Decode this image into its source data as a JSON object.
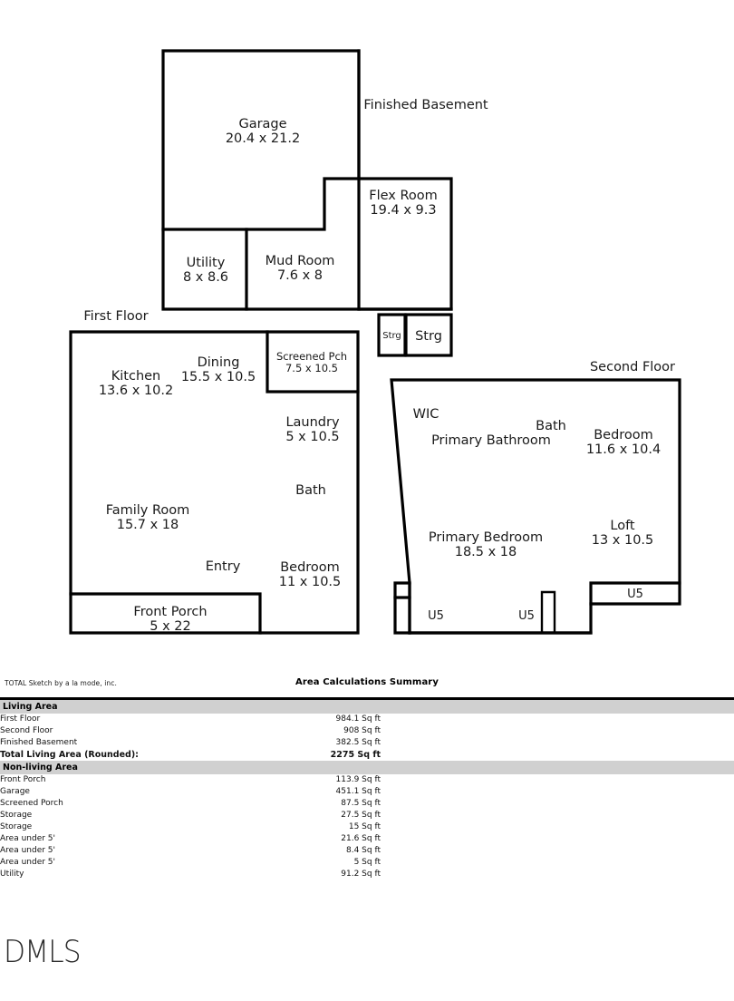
{
  "document": {
    "type": "residential-floor-plan-sketch"
  },
  "floors": [
    {
      "id": "basement",
      "title": "Finished Basement",
      "rooms": [
        {
          "name": "Garage",
          "dimensions": "20.4 x 21.2"
        },
        {
          "name": "Flex Room",
          "dimensions": "19.4 x 9.3"
        },
        {
          "name": "Utility",
          "dimensions": "8 x 8.6"
        },
        {
          "name": "Mud Room",
          "dimensions": "7.6 x 8"
        },
        {
          "name": "Strg",
          "dimensions": ""
        },
        {
          "name": "Strg",
          "dimensions": ""
        }
      ]
    },
    {
      "id": "first-floor",
      "title": "First Floor",
      "rooms": [
        {
          "name": "Kitchen",
          "dimensions": "13.6 x 10.2"
        },
        {
          "name": "Dining",
          "dimensions": "15.5 x 10.5"
        },
        {
          "name": "Screened Pch",
          "dimensions": "7.5 x 10.5"
        },
        {
          "name": "Laundry",
          "dimensions": "5 x 10.5"
        },
        {
          "name": "Bath",
          "dimensions": ""
        },
        {
          "name": "Family Room",
          "dimensions": "15.7 x 18"
        },
        {
          "name": "Entry",
          "dimensions": ""
        },
        {
          "name": "Bedroom",
          "dimensions": "11 x 10.5"
        },
        {
          "name": "Front Porch",
          "dimensions": "5 x 22"
        }
      ]
    },
    {
      "id": "second-floor",
      "title": "Second Floor",
      "rooms": [
        {
          "name": "WIC",
          "dimensions": ""
        },
        {
          "name": "Primary Bathroom",
          "dimensions": ""
        },
        {
          "name": "Bath",
          "dimensions": ""
        },
        {
          "name": "Bedroom",
          "dimensions": "11.6 x 10.4"
        },
        {
          "name": "Primary Bedroom",
          "dimensions": "18.5 x 18"
        },
        {
          "name": "Loft",
          "dimensions": "13 x 10.5"
        },
        {
          "name": "U5",
          "dimensions": ""
        },
        {
          "name": "U5",
          "dimensions": ""
        },
        {
          "name": "U5",
          "dimensions": ""
        }
      ]
    }
  ],
  "summary": {
    "credit": "TOTAL Sketch by a la mode, inc.",
    "title": "Area Calculations Summary",
    "living_header": "Living Area",
    "nonliving_header": "Non-living Area",
    "living_rows": [
      {
        "label": "First Floor",
        "value": "984.1 Sq ft"
      },
      {
        "label": "Second Floor",
        "value": "908 Sq ft"
      },
      {
        "label": "Finished Basement",
        "value": "382.5 Sq ft"
      }
    ],
    "total_row": {
      "label": "Total Living Area (Rounded):",
      "value": "2275 Sq ft"
    },
    "nonliving_rows": [
      {
        "label": "Front Porch",
        "value": "113.9 Sq ft"
      },
      {
        "label": "Garage",
        "value": "451.1 Sq ft"
      },
      {
        "label": "Screened Porch",
        "value": "87.5 Sq ft"
      },
      {
        "label": "Storage",
        "value": "27.5 Sq ft"
      },
      {
        "label": "Storage",
        "value": "15 Sq ft"
      },
      {
        "label": "Area under 5'",
        "value": "21.6 Sq ft"
      },
      {
        "label": "Area under 5'",
        "value": "8.4 Sq ft"
      },
      {
        "label": "Area under 5'",
        "value": "5 Sq ft"
      },
      {
        "label": "Utility",
        "value": "91.2 Sq ft"
      }
    ]
  },
  "footer": {
    "logo": "DMLS"
  },
  "labels": {
    "basement_title": "Finished Basement",
    "first_floor_title": "First Floor",
    "second_floor_title": "Second Floor",
    "garage_name": "Garage",
    "garage_dim": "20.4 x 21.2",
    "flex_name": "Flex Room",
    "flex_dim": "19.4 x 9.3",
    "utility_name": "Utility",
    "utility_dim": "8 x 8.6",
    "mud_name": "Mud Room",
    "mud_dim": "7.6 x 8",
    "strg_small": "Strg",
    "strg_large": "Strg",
    "kitchen_name": "Kitchen",
    "kitchen_dim": "13.6 x 10.2",
    "dining_name": "Dining",
    "dining_dim": "15.5 x 10.5",
    "screened_name": "Screened Pch",
    "screened_dim": "7.5 x 10.5",
    "laundry_name": "Laundry",
    "laundry_dim": "5 x 10.5",
    "bath1_name": "Bath",
    "family_name": "Family Room",
    "family_dim": "15.7 x 18",
    "entry_name": "Entry",
    "bedroom1_name": "Bedroom",
    "bedroom1_dim": "11 x 10.5",
    "porch_name": "Front Porch",
    "porch_dim": "5 x 22",
    "wic_name": "WIC",
    "primary_bath_name": "Primary Bathroom",
    "bath2_name": "Bath",
    "bedroom2_name": "Bedroom",
    "bedroom2_dim": "11.6 x 10.4",
    "primary_bed_name": "Primary Bedroom",
    "primary_bed_dim": "18.5 x 18",
    "loft_name": "Loft",
    "loft_dim": "13 x 10.5",
    "u5_left": "U5",
    "u5_mid": "U5",
    "u5_right": "U5"
  }
}
